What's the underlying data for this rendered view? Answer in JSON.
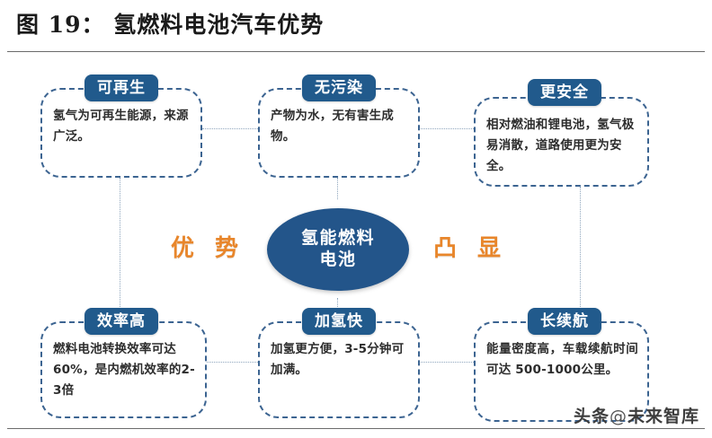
{
  "header": {
    "title": "图 19： 氢燃料电池汽车优势"
  },
  "center": {
    "line1": "氢能燃料",
    "line2": "电池"
  },
  "side_words": {
    "left": "优 势",
    "right": "凸 显"
  },
  "cards": [
    {
      "id": "renewable",
      "pill": "可再生",
      "body": "氢气为可再生能源，来源广泛。"
    },
    {
      "id": "pollution-free",
      "pill": "无污染",
      "body": "产物为水，无有害生成物。"
    },
    {
      "id": "safer",
      "pill": "更安全",
      "body": "相对燃油和锂电池，氢气极易消散，道路使用更为安全。"
    },
    {
      "id": "high-efficiency",
      "pill": "效率高",
      "body": "燃料电池转换效率可达60%，是内燃机效率的2-3倍"
    },
    {
      "id": "fast-refuel",
      "pill": "加氢快",
      "body": "加氢更方便，3-5分钟可加满。"
    },
    {
      "id": "long-range",
      "pill": "长续航",
      "body": "能量密度高，车载续航时间可达 500-1000公里。"
    }
  ],
  "watermark": {
    "prefix": "头条",
    "at": "@",
    "name": "未来智库"
  },
  "colors": {
    "pill_blue": "#215a8c",
    "node_blue": "#23558a",
    "dashed_border": "#3c6491",
    "accent_orange": "#e8862b",
    "connector": "#8fa6bd",
    "rule": "#6b6b6b"
  }
}
